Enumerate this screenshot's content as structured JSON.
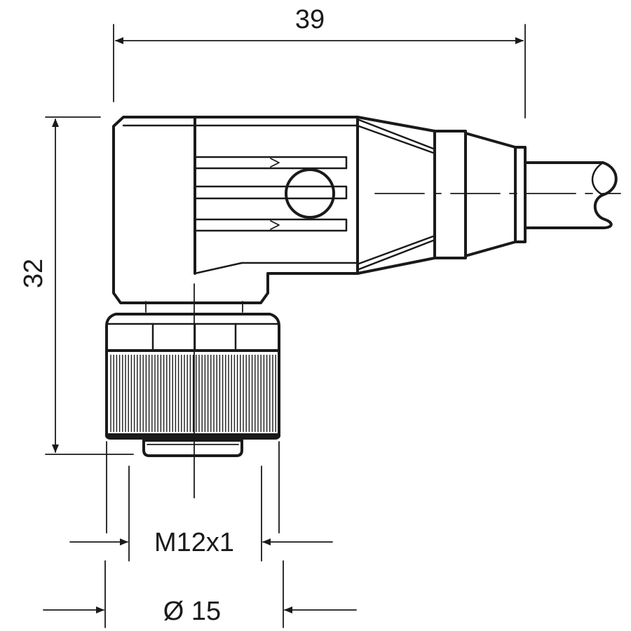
{
  "dimensions": {
    "width_label": "39",
    "height_label": "32",
    "thread_label": "M12x1",
    "diameter_label": "Ø 15"
  },
  "colors": {
    "line": "#1a1a1a",
    "background": "#ffffff"
  }
}
